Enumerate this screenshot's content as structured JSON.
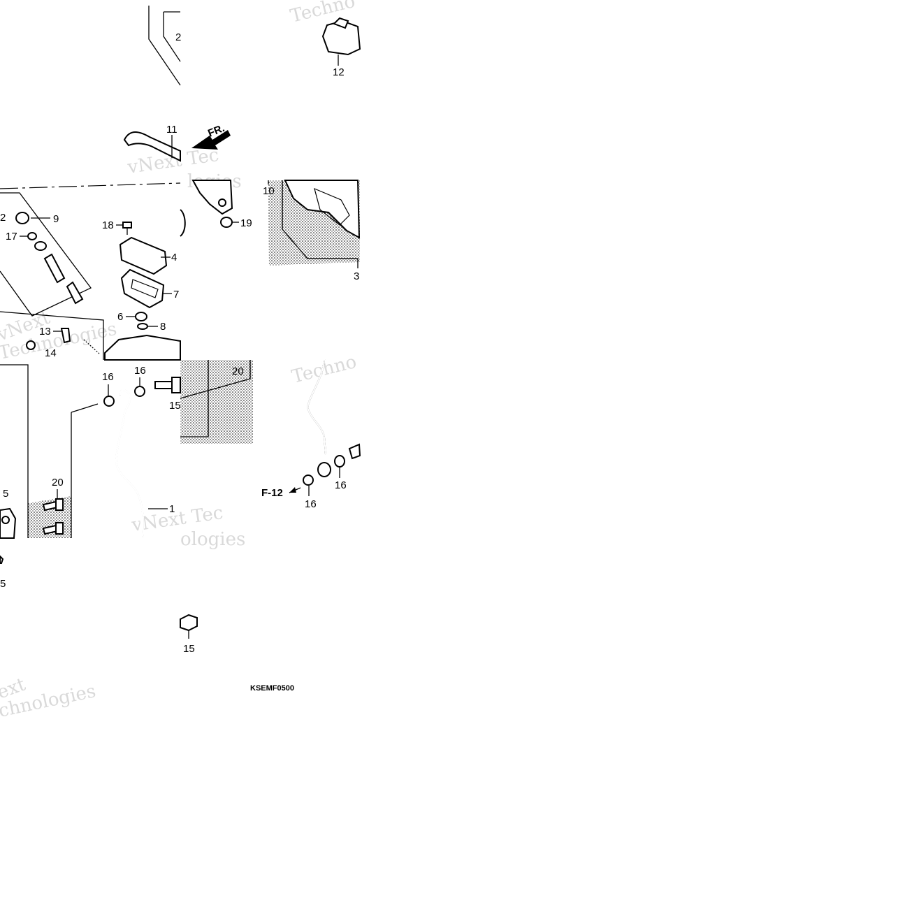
{
  "diagram": {
    "drawing_code": "KSEMF0500",
    "front_marker": "FR.",
    "cross_reference": "F-12",
    "callouts": [
      "2",
      "12",
      "11",
      "10",
      "19",
      "3",
      "9",
      "17",
      "18",
      "4",
      "7",
      "6",
      "8",
      "13",
      "14",
      "16",
      "16",
      "15",
      "20",
      "20",
      "5",
      "1",
      "16",
      "16",
      "15",
      "5"
    ],
    "watermark_lines": [
      "Techno",
      "vNext Tec",
      "logies",
      "vNext",
      "Technologies",
      "Techno",
      "vNext Tec",
      "ologies",
      "ext",
      "chnologies"
    ]
  }
}
